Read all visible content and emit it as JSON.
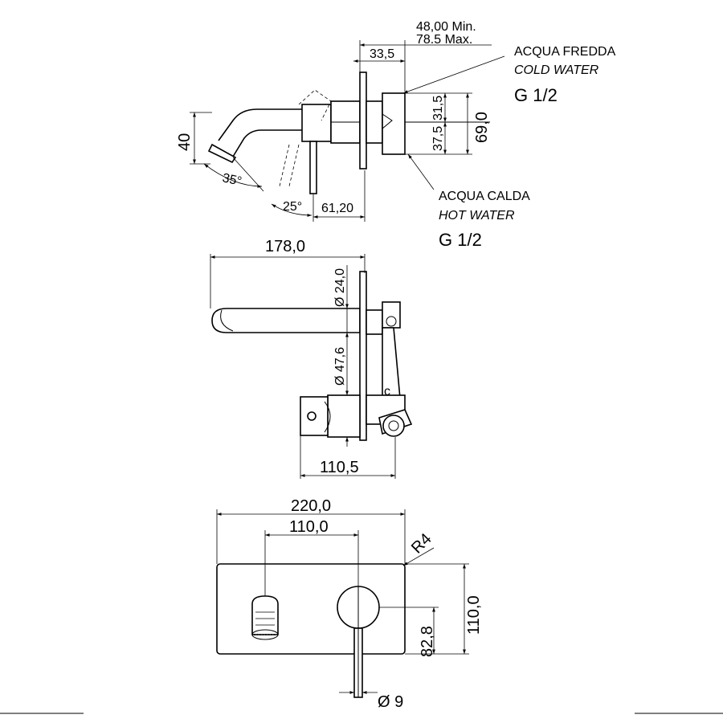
{
  "dimensions": {
    "wall_min": "48,00 Min.",
    "wall_max": "78.5 Max.",
    "d_33_5": "33,5",
    "d_31_5": "31,5",
    "d_37_5": "37,5",
    "d_69_0": "69,0",
    "d_40": "40",
    "angle_35": "35°",
    "angle_25": "25°",
    "d_61_20": "61,20",
    "d_178_0": "178,0",
    "dia_24_0": "Ø 24,0",
    "dia_47_6": "Ø 47,6",
    "d_110_5": "110,5",
    "d_220_0": "220,0",
    "d_110_0_top": "110,0",
    "radius_r4": "R4",
    "d_110_0_right": "110,0",
    "d_82_8": "82,8",
    "dia_9": "Ø 9"
  },
  "labels": {
    "cold_it": "ACQUA FREDDA",
    "cold_en": "COLD WATER",
    "cold_thread": "G 1/2",
    "hot_it": "ACQUA CALDA",
    "hot_en": "HOT WATER",
    "hot_thread": "G 1/2"
  }
}
